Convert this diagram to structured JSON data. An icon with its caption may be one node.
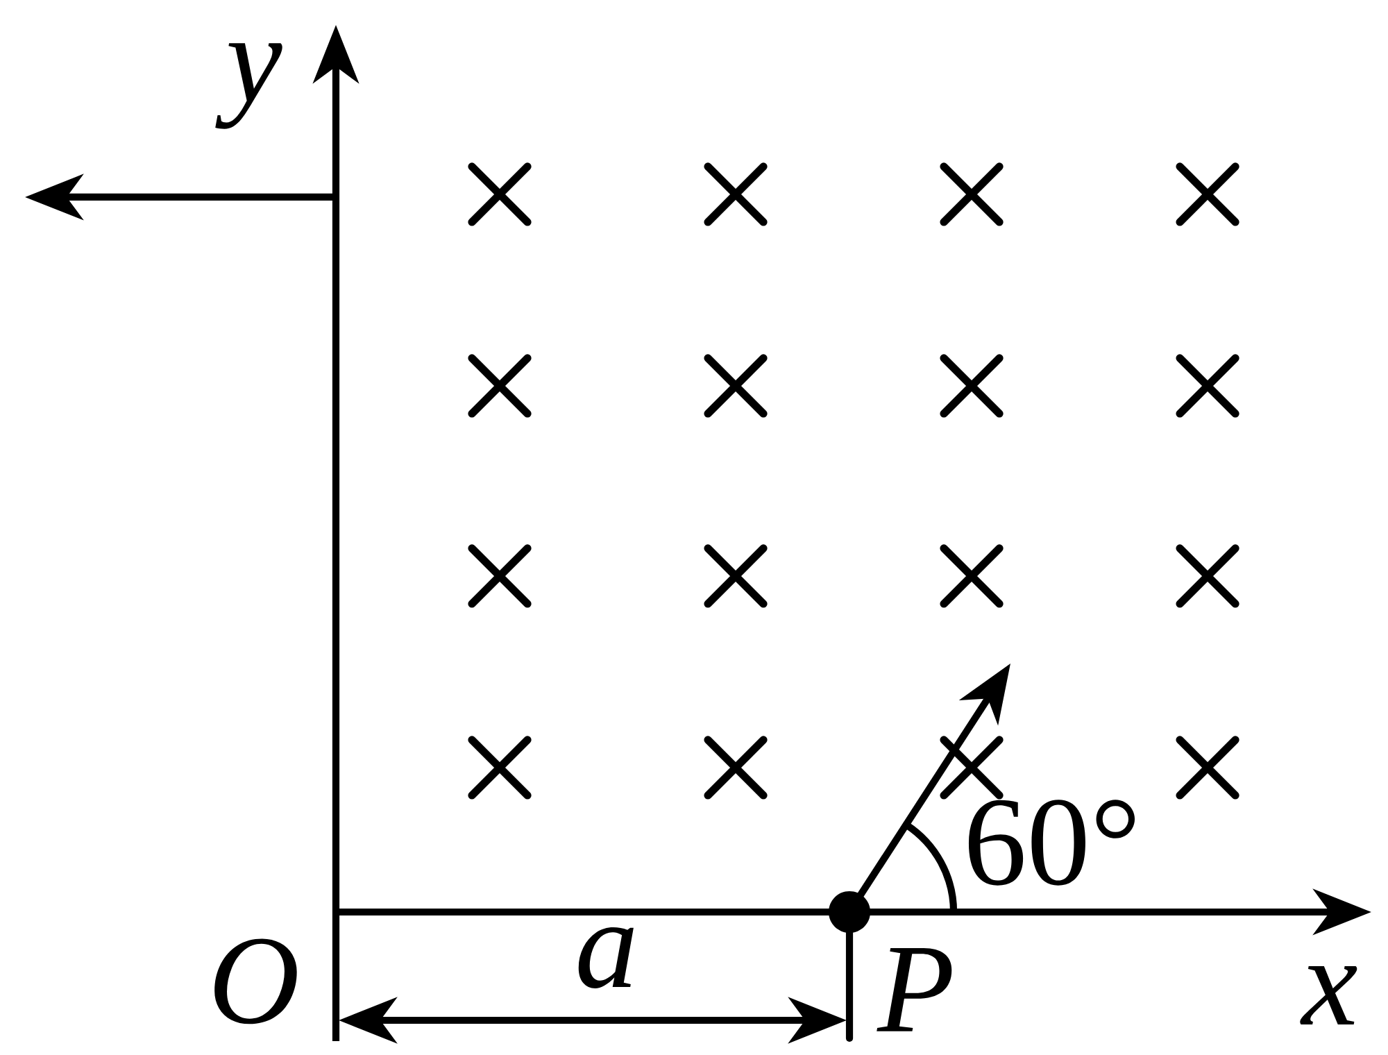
{
  "diagram": {
    "labels": [
      "y",
      "60°",
      "O",
      "a",
      "P",
      "x"
    ]
  }
}
